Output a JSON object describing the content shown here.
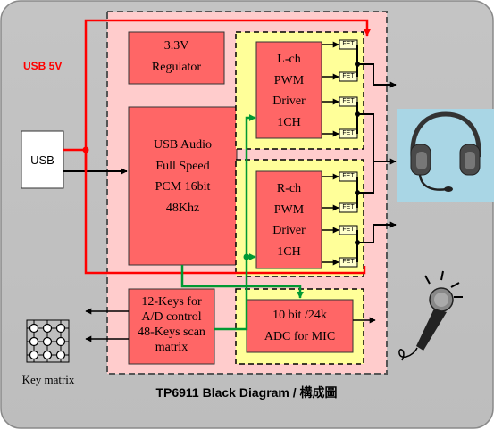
{
  "title": "TP6911 Black Diagram / 構成圖",
  "usb_power_label": "USB 5V",
  "usb_label": "USB",
  "regulator_lines": [
    "3.3V",
    "Regulator"
  ],
  "audio_lines": [
    "USB Audio",
    "Full Speed",
    "PCM 16bit",
    "48Khz"
  ],
  "left_driver_lines": [
    "L-ch",
    "PWM",
    "Driver",
    "1CH"
  ],
  "right_driver_lines": [
    "R-ch",
    "PWM",
    "Driver",
    "1CH"
  ],
  "keys_lines": [
    "12-Keys for",
    "A/D control",
    "48-Keys scan",
    "matrix"
  ],
  "adc_lines": [
    "10 bit /24k",
    "ADC for MIC"
  ],
  "fet_label": "FET",
  "key_matrix_label": "Key matrix",
  "colors": {
    "background": "#c0c0c0",
    "chip_area": "#ffcccc",
    "block": "#ff6666",
    "driver_area": "#ffff99",
    "power_line": "#ff0000",
    "signal_line": "#009933"
  }
}
